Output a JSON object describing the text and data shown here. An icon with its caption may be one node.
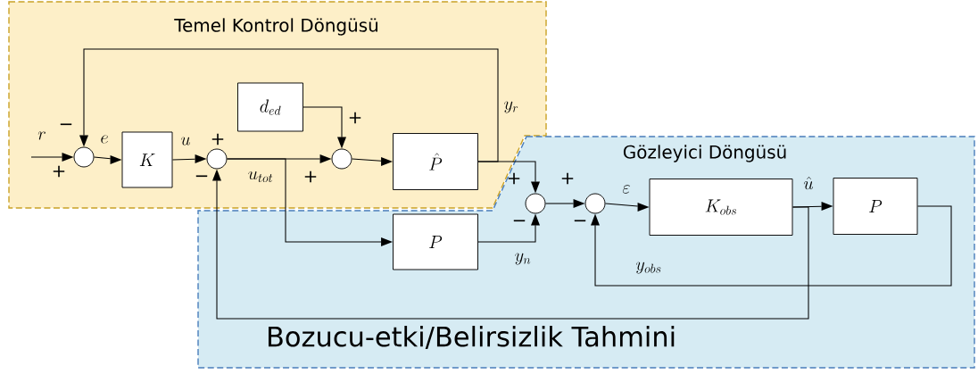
{
  "diagram": {
    "nodes": [
      {
        "text": [
          "Temel Kontrol Döngüsü"
        ]
      },
      {
        "text": [
          "Gözleyici Döngüsü",
          "Bozucu-etki/Belirsizlik Tahmini"
        ]
      },
      {
        "text": [],
        "shape": "circle",
        "in": 0
      },
      {
        "text": [
          "K"
        ],
        "in": 0
      },
      {
        "text": [],
        "shape": "circle",
        "in": 0
      },
      {
        "text": [
          "d_{ed}"
        ],
        "in": 0
      },
      {
        "text": [],
        "shape": "circle",
        "in": 0
      },
      {
        "text": [
          "\\hat{P}"
        ],
        "in": 0
      },
      {
        "text": [],
        "shape": "circle",
        "in": 1
      },
      {
        "text": [
          "P"
        ],
        "in": 1
      },
      {
        "text": [],
        "shape": "circle",
        "in": 1
      },
      {
        "text": [
          "K_{obs}"
        ],
        "in": 1
      },
      {
        "text": [
          "P"
        ],
        "in": 1
      }
    ],
    "edges": [
      {
        "from": null,
        "to": 2,
        "arrow": "to",
        "label": "r"
      },
      {
        "from": 7,
        "to": 2,
        "arrow": "to",
        "label": "y_{r}"
      },
      {
        "from": 2,
        "to": 3,
        "arrow": "to",
        "label": "e"
      },
      {
        "from": 3,
        "to": 4,
        "arrow": "to",
        "label": "u"
      },
      {
        "from": 4,
        "to": 6,
        "arrow": "to",
        "label": "u_{tot}"
      },
      {
        "from": 4,
        "to": 9,
        "arrow": "to"
      },
      {
        "from": 5,
        "to": 6,
        "arrow": "to"
      },
      {
        "from": 6,
        "to": 7,
        "arrow": "to"
      },
      {
        "from": 7,
        "to": 8,
        "arrow": "to"
      },
      {
        "from": 9,
        "to": 8,
        "arrow": "to",
        "label": "y_{n}"
      },
      {
        "from": 8,
        "to": 10,
        "arrow": "to"
      },
      {
        "from": 10,
        "to": 11,
        "arrow": "to",
        "label": "\\varepsilon"
      },
      {
        "from": 11,
        "to": 12,
        "arrow": "to",
        "label": "\\hat{u}"
      },
      {
        "from": 12,
        "to": 10,
        "arrow": "to",
        "label": "y_{obs}"
      },
      {
        "from": 11,
        "to": 4,
        "arrow": "to"
      }
    ],
    "labels": [
      "−",
      "+",
      "+",
      "−",
      "+",
      "+",
      "+",
      "−",
      "+",
      "−"
    ]
  }
}
